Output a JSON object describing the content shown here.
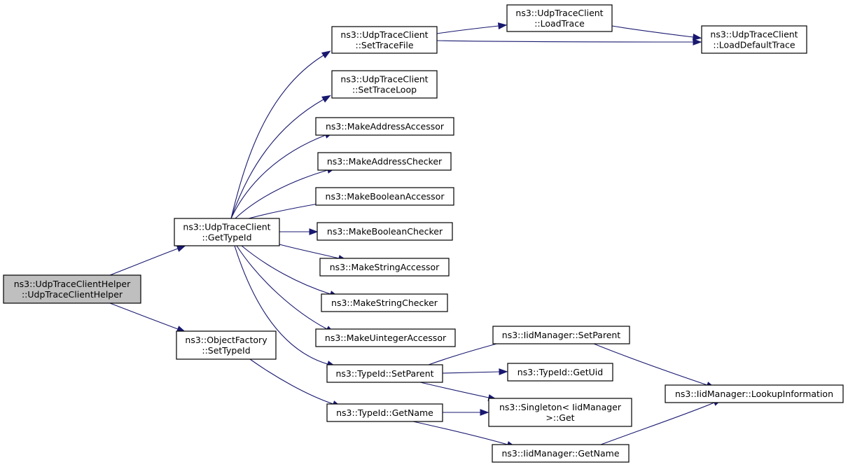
{
  "diagram": {
    "type": "call-graph",
    "colors": {
      "edge": "#191970",
      "root_fill": "#bfbfbf",
      "node_fill": "#ffffff",
      "node_border": "#000000"
    },
    "nodes": [
      {
        "id": "root",
        "lines": [
          "ns3::UdpTraceClientHelper",
          "::UdpTraceClientHelper"
        ],
        "root": true
      },
      {
        "id": "gettypeid",
        "lines": [
          "ns3::UdpTraceClient",
          "::GetTypeId"
        ]
      },
      {
        "id": "objfactory",
        "lines": [
          "ns3::ObjectFactory",
          "::SetTypeId"
        ]
      },
      {
        "id": "settracefile",
        "lines": [
          "ns3::UdpTraceClient",
          "::SetTraceFile"
        ]
      },
      {
        "id": "settraceloop",
        "lines": [
          "ns3::UdpTraceClient",
          "::SetTraceLoop"
        ]
      },
      {
        "id": "loadtrace",
        "lines": [
          "ns3::UdpTraceClient",
          "::LoadTrace"
        ]
      },
      {
        "id": "loaddefault",
        "lines": [
          "ns3::UdpTraceClient",
          "::LoadDefaultTrace"
        ]
      },
      {
        "id": "mkaddracc",
        "lines": [
          "ns3::MakeAddressAccessor"
        ]
      },
      {
        "id": "mkaddrchk",
        "lines": [
          "ns3::MakeAddressChecker"
        ]
      },
      {
        "id": "mkboolacc",
        "lines": [
          "ns3::MakeBooleanAccessor"
        ]
      },
      {
        "id": "mkboolchk",
        "lines": [
          "ns3::MakeBooleanChecker"
        ]
      },
      {
        "id": "mkstracc",
        "lines": [
          "ns3::MakeStringAccessor"
        ]
      },
      {
        "id": "mkstrchk",
        "lines": [
          "ns3::MakeStringChecker"
        ]
      },
      {
        "id": "mkuintacc",
        "lines": [
          "ns3::MakeUintegerAccessor"
        ]
      },
      {
        "id": "tidsetparent",
        "lines": [
          "ns3::TypeId::SetParent"
        ]
      },
      {
        "id": "tidgetname",
        "lines": [
          "ns3::TypeId::GetName"
        ]
      },
      {
        "id": "iidsetparent",
        "lines": [
          "ns3::IidManager::SetParent"
        ]
      },
      {
        "id": "tidgetuid",
        "lines": [
          "ns3::TypeId::GetUid"
        ]
      },
      {
        "id": "singleton",
        "lines": [
          "ns3::Singleton< IidManager",
          ">::Get"
        ]
      },
      {
        "id": "iidgetname",
        "lines": [
          "ns3::IidManager::GetName"
        ]
      },
      {
        "id": "iidlookup",
        "lines": [
          "ns3::IidManager::LookupInformation"
        ]
      }
    ],
    "edges": [
      {
        "from": "root",
        "to": "gettypeid"
      },
      {
        "from": "root",
        "to": "objfactory"
      },
      {
        "from": "gettypeid",
        "to": "settracefile"
      },
      {
        "from": "gettypeid",
        "to": "settraceloop"
      },
      {
        "from": "gettypeid",
        "to": "mkaddracc"
      },
      {
        "from": "gettypeid",
        "to": "mkaddrchk"
      },
      {
        "from": "gettypeid",
        "to": "mkboolacc"
      },
      {
        "from": "gettypeid",
        "to": "mkboolchk"
      },
      {
        "from": "gettypeid",
        "to": "mkstracc"
      },
      {
        "from": "gettypeid",
        "to": "mkstrchk"
      },
      {
        "from": "gettypeid",
        "to": "mkuintacc"
      },
      {
        "from": "gettypeid",
        "to": "tidsetparent"
      },
      {
        "from": "settracefile",
        "to": "loadtrace"
      },
      {
        "from": "settracefile",
        "to": "loaddefault"
      },
      {
        "from": "loadtrace",
        "to": "loaddefault"
      },
      {
        "from": "objfactory",
        "to": "tidgetname"
      },
      {
        "from": "tidsetparent",
        "to": "iidsetparent"
      },
      {
        "from": "tidsetparent",
        "to": "tidgetuid"
      },
      {
        "from": "tidsetparent",
        "to": "singleton"
      },
      {
        "from": "tidgetname",
        "to": "singleton"
      },
      {
        "from": "tidgetname",
        "to": "iidgetname"
      },
      {
        "from": "iidsetparent",
        "to": "iidlookup"
      },
      {
        "from": "iidgetname",
        "to": "iidlookup"
      }
    ]
  }
}
